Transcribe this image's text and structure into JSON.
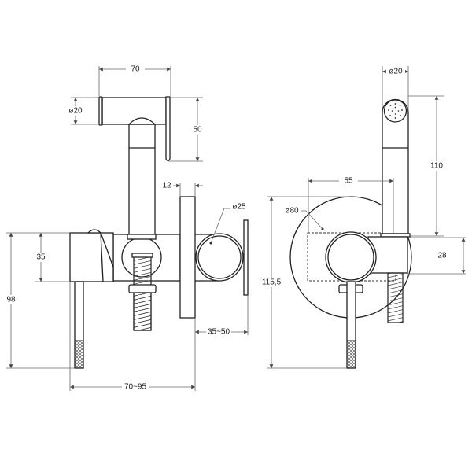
{
  "side_view": {
    "dims": {
      "head_length": "70",
      "head_diameter": "ø20",
      "lever_height": "50",
      "plate_thickness": "12",
      "holder_diameter": "ø25",
      "body_height": "35",
      "total_height": "98",
      "depth": "70~95",
      "holder_offset": "35~50"
    }
  },
  "front_view": {
    "dims": {
      "shower_diameter": "ø20",
      "shower_length": "110",
      "offset": "55",
      "plate_diameter": "ø80",
      "total_height": "115,5",
      "holder_height": "28"
    }
  }
}
